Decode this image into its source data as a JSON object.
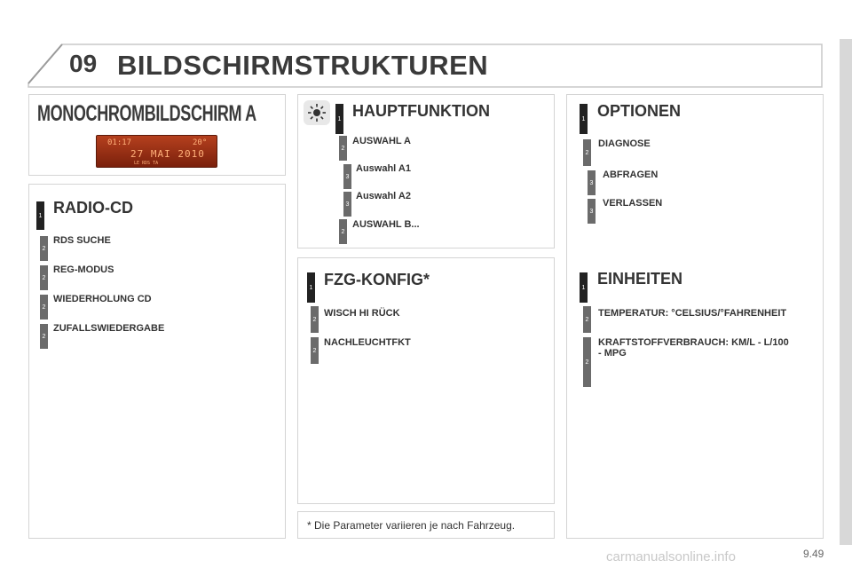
{
  "header": {
    "chapter": "09",
    "title": "BILDSCHIRMSTRUKTUREN"
  },
  "mono": {
    "title": "MONOCHROMBILDSCHIRM A",
    "lcd": {
      "time": "01:17",
      "temp": "20°",
      "date": "27 MAI 2010",
      "small": "LE  RDS  TA"
    }
  },
  "radio": {
    "title": "RADIO-CD",
    "level": "1",
    "items": [
      {
        "level": "2",
        "label": "RDS SUCHE"
      },
      {
        "level": "2",
        "label": "REG-MODUS"
      },
      {
        "level": "2",
        "label": "WIEDERHOLUNG CD"
      },
      {
        "level": "2",
        "label": "ZUFALLSWIEDERGABE"
      }
    ]
  },
  "haupt": {
    "title": "HAUPTFUNKTION",
    "level": "1",
    "items": [
      {
        "level": "2",
        "label": "AUSWAHL A"
      },
      {
        "level": "3",
        "label": "Auswahl A1"
      },
      {
        "level": "3",
        "label": "Auswahl A2"
      },
      {
        "level": "2",
        "label": "AUSWAHL B..."
      }
    ]
  },
  "fzg": {
    "title": "FZG-KONFIG*",
    "level": "1",
    "items": [
      {
        "level": "2",
        "label": "WISCH HI RÜCK"
      },
      {
        "level": "2",
        "label": "NACHLEUCHTFKT"
      }
    ]
  },
  "footnote": "* Die Parameter variieren je nach Fahrzeug.",
  "optionen": {
    "title": "OPTIONEN",
    "level": "1",
    "items": [
      {
        "level": "2",
        "label": "DIAGNOSE"
      },
      {
        "level": "3",
        "label": "ABFRAGEN"
      },
      {
        "level": "3",
        "label": "VERLASSEN"
      }
    ]
  },
  "einheiten": {
    "title": "EINHEITEN",
    "level": "1",
    "items": [
      {
        "level": "2",
        "label": "TEMPERATUR: °CELSIUS/°FAHRENHEIT"
      },
      {
        "level": "2",
        "label": "KRAFTSTOFFVERBRAUCH: KM/L - L/100 - MPG"
      }
    ]
  },
  "page_number": "9.49",
  "watermark": "carmanualsonline.info",
  "colors": {
    "level1": "#222222",
    "level2": "#6b6b6b",
    "lcd": "#a8361a"
  },
  "icons": {
    "haupt": "sun-icon"
  }
}
